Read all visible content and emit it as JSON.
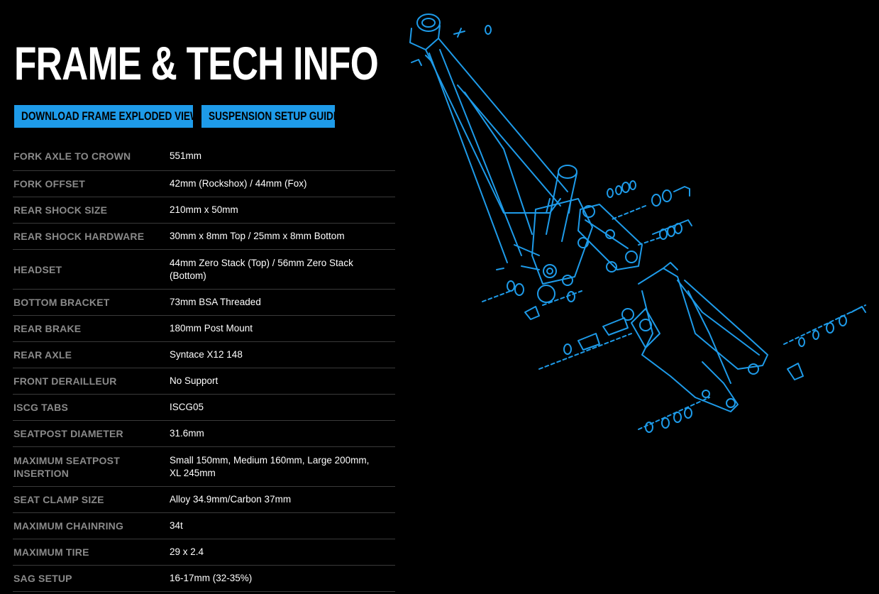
{
  "title": "FRAME & TECH INFO",
  "buttons": {
    "exploded_view": "DOWNLOAD FRAME EXPLODED VIEW",
    "suspension_guide": "SUSPENSION SETUP GUIDE"
  },
  "colors": {
    "accent": "#1e9be9",
    "label": "#8a8a8a",
    "background": "#000000"
  },
  "diagram": {
    "icon": "frame-exploded-view-icon"
  },
  "specs": [
    {
      "label": "FORK AXLE TO CROWN",
      "value": "551mm"
    },
    {
      "label": "FORK OFFSET",
      "value": "42mm (Rockshox) / 44mm (Fox)"
    },
    {
      "label": "REAR SHOCK SIZE",
      "value": "210mm x 50mm"
    },
    {
      "label": "REAR SHOCK HARDWARE",
      "value": "30mm x 8mm Top / 25mm x 8mm Bottom"
    },
    {
      "label": "HEADSET",
      "value": "44mm Zero Stack (Top) / 56mm Zero Stack (Bottom)"
    },
    {
      "label": "BOTTOM BRACKET",
      "value": "73mm BSA Threaded"
    },
    {
      "label": "REAR BRAKE",
      "value": "180mm Post Mount"
    },
    {
      "label": "REAR AXLE",
      "value": "Syntace X12 148"
    },
    {
      "label": "FRONT DERAILLEUR",
      "value": "No Support"
    },
    {
      "label": "ISCG TABS",
      "value": "ISCG05"
    },
    {
      "label": "SEATPOST DIAMETER",
      "value": "31.6mm"
    },
    {
      "label": "MAXIMUM SEATPOST INSERTION",
      "value": "Small 150mm, Medium 160mm, Large 200mm, XL 245mm"
    },
    {
      "label": "SEAT CLAMP SIZE",
      "value": "Alloy 34.9mm/Carbon 37mm"
    },
    {
      "label": "MAXIMUM CHAINRING",
      "value": "34t"
    },
    {
      "label": "MAXIMUM TIRE",
      "value": "29 x 2.4"
    },
    {
      "label": "SAG SETUP",
      "value": "16-17mm (32-35%)"
    }
  ]
}
